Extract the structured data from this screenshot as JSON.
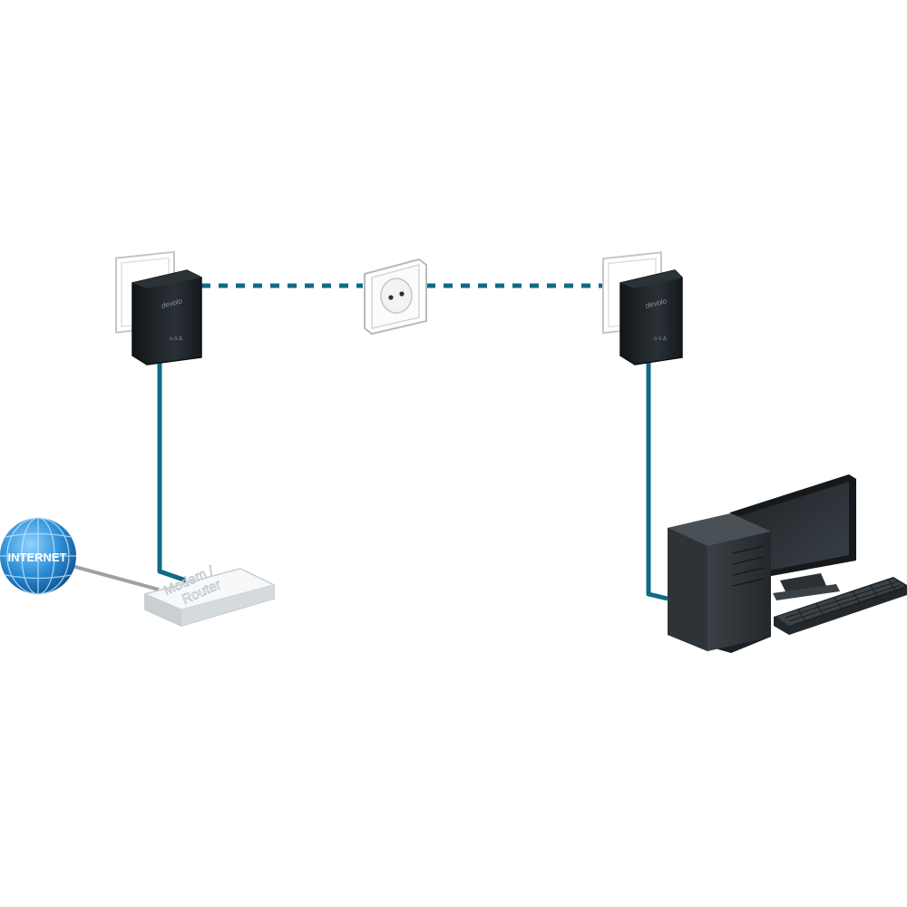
{
  "diagram": {
    "globe_label": "INTERNET",
    "router_label_line1": "Modem /",
    "router_label_line2": "Router",
    "adapter_logo": "devolo",
    "adapter_status": "o ó Δ",
    "colors": {
      "cable": "#0f6a86",
      "powerline": "#0f6a86",
      "globe": "#2f8fd8",
      "adapter_body": "#1c2226",
      "computer_body": "#2a2f33"
    },
    "icons": [
      "globe-icon",
      "router-icon",
      "powerline-adapter-icon",
      "wall-socket-icon",
      "desktop-computer-icon",
      "monitor-icon",
      "keyboard-icon"
    ]
  }
}
